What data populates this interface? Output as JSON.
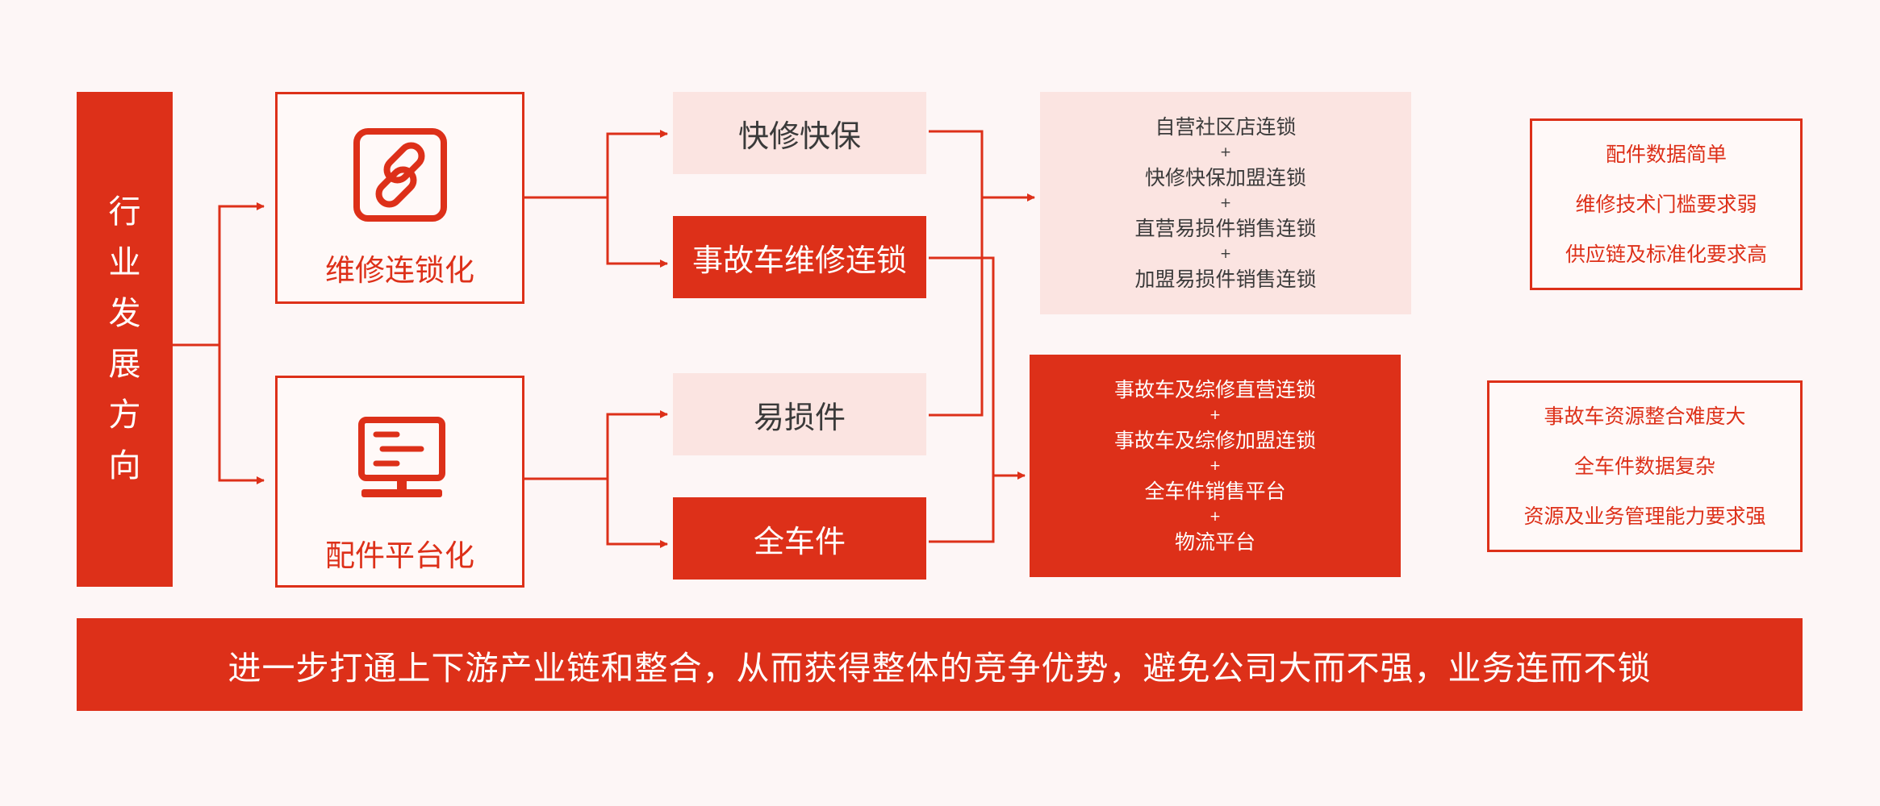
{
  "title_vertical": [
    "行",
    "业",
    "发",
    "展",
    "方",
    "向"
  ],
  "categories": {
    "repair": {
      "label": "维修连锁化",
      "icon": "chain-link-icon"
    },
    "parts": {
      "label": "配件平台化",
      "icon": "monitor-icon"
    }
  },
  "middle": {
    "quick_repair": "快修快保",
    "accident_chain": "事故车维修连锁",
    "wear_parts": "易损件",
    "full_parts": "全车件"
  },
  "stack_a": {
    "items": [
      "自营社区店连锁",
      "快修快保加盟连锁",
      "直营易损件销售连锁",
      "加盟易损件销售连锁"
    ],
    "sep": "+"
  },
  "stack_b": {
    "items": [
      "事故车及综修直营连锁",
      "事故车及综修加盟连锁",
      "全车件销售平台",
      "物流平台"
    ],
    "sep": "+"
  },
  "notes_a": [
    "配件数据简单",
    "维修技术门槛要求弱",
    "供应链及标准化要求高"
  ],
  "notes_b": [
    "事故车资源整合难度大",
    "全车件数据复杂",
    "资源及业务管理能力要求强"
  ],
  "banner": "进一步打通上下游产业链和整合，从而获得整体的竞争优势，避免公司大而不强，业务连而不锁",
  "colors": {
    "accent": "#dd3019",
    "pink": "#fbe4e1",
    "background": "#fdf6f6"
  }
}
